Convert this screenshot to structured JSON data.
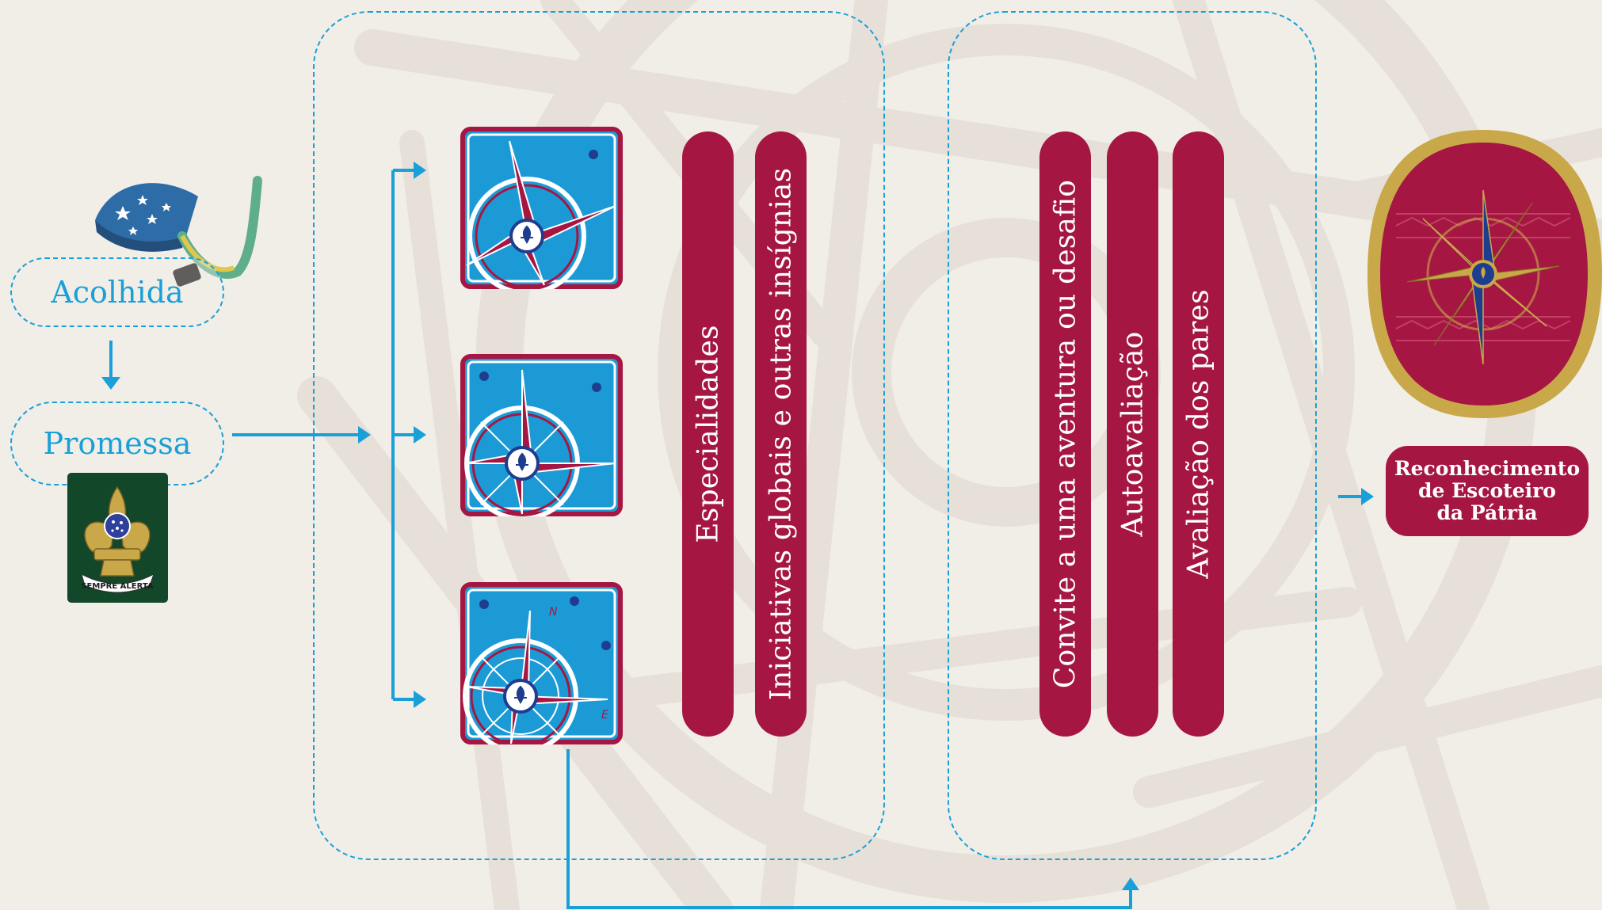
{
  "nodes": {
    "acolhida": "Acolhida",
    "promessa": "Promessa"
  },
  "emblem": {
    "motto": "SEMPRE ALERTA"
  },
  "activities": {
    "especialidades": "Especialidades",
    "iniciativas": "Iniciativas globais e outras insígnias"
  },
  "evaluation": {
    "convite": "Convite a uma aventura ou desafio",
    "autoavaliacao": "Autoavaliação",
    "pares": "Avaliação dos pares"
  },
  "compass_letters": {
    "north": "N",
    "east": "E"
  },
  "result": {
    "line1": "Reconhecimento",
    "line2": "de Escoteiro",
    "line3": "da Pátria"
  },
  "colors": {
    "background": "#f1ede7",
    "flow_blue": "#1aa0d8",
    "crimson": "#a51742",
    "badge_sky": "#1b9ad6",
    "navy": "#1f3d8f",
    "gold": "#c9a84a",
    "emblem_green": "#12472a"
  }
}
